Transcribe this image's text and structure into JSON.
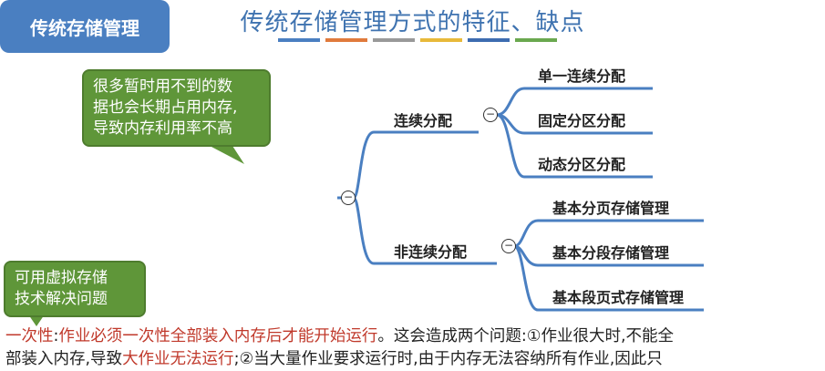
{
  "title": "传统存储管理方式的特征、缺点",
  "accent_bars": [
    "#4a7fc1",
    "#e07a3c",
    "#999999",
    "#e8b93a",
    "#3d6cb0",
    "#6aa84f"
  ],
  "mindmap": {
    "root": "传统存储管理",
    "branches": [
      {
        "label": "连续分配",
        "children": [
          "单一连续分配",
          "固定分区分配",
          "动态分区分配"
        ]
      },
      {
        "label": "非连续分配",
        "children": [
          "基本分页存储管理",
          "基本分段存储管理",
          "基本段页式存储管理"
        ]
      }
    ]
  },
  "callouts": {
    "top": [
      "很多暂时用不到的数",
      "据也会长期占用内存,",
      "导致内存利用率不高"
    ],
    "bottom": [
      "可用虚拟存储",
      "技术解决问题"
    ]
  },
  "paragraph": {
    "term": "一次性",
    "colon": ":",
    "def": "作业必须一次性全部装入内存后才能开始运行",
    "rest1": "。这会造成两个问题:①作业很大时,不能全",
    "line2a": "部装入内存,导致",
    "line2red": "大作业无法运行",
    "line2b": ";②当大量作业要求运行时,由于内存无法容纳所有作业,因此只"
  }
}
